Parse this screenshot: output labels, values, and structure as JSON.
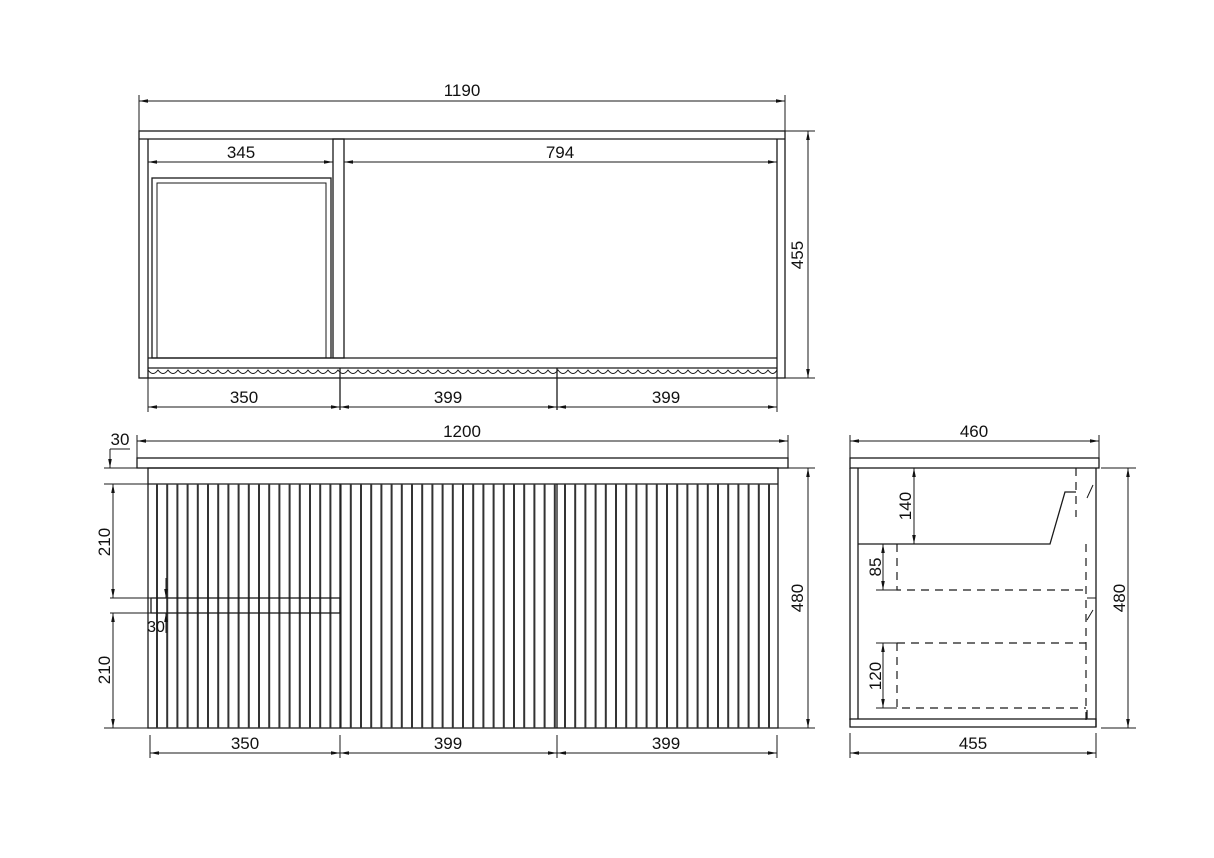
{
  "top_view": {
    "overall_width": "1190",
    "left_compartment": "345",
    "right_compartment": "794",
    "depth": "455",
    "door_1": "350",
    "door_2": "399",
    "door_3": "399"
  },
  "front_view": {
    "overall_width": "1200",
    "top_thickness": "30",
    "upper_drawer_height": "210",
    "gap": "30",
    "lower_drawer_height": "210",
    "height": "480",
    "door_1": "350",
    "door_2": "399",
    "door_3": "399"
  },
  "side_view": {
    "top_depth": "460",
    "basin_depth": "140",
    "upper_drawer": "85",
    "lower_drawer": "120",
    "height": "480",
    "body_depth": "455"
  }
}
